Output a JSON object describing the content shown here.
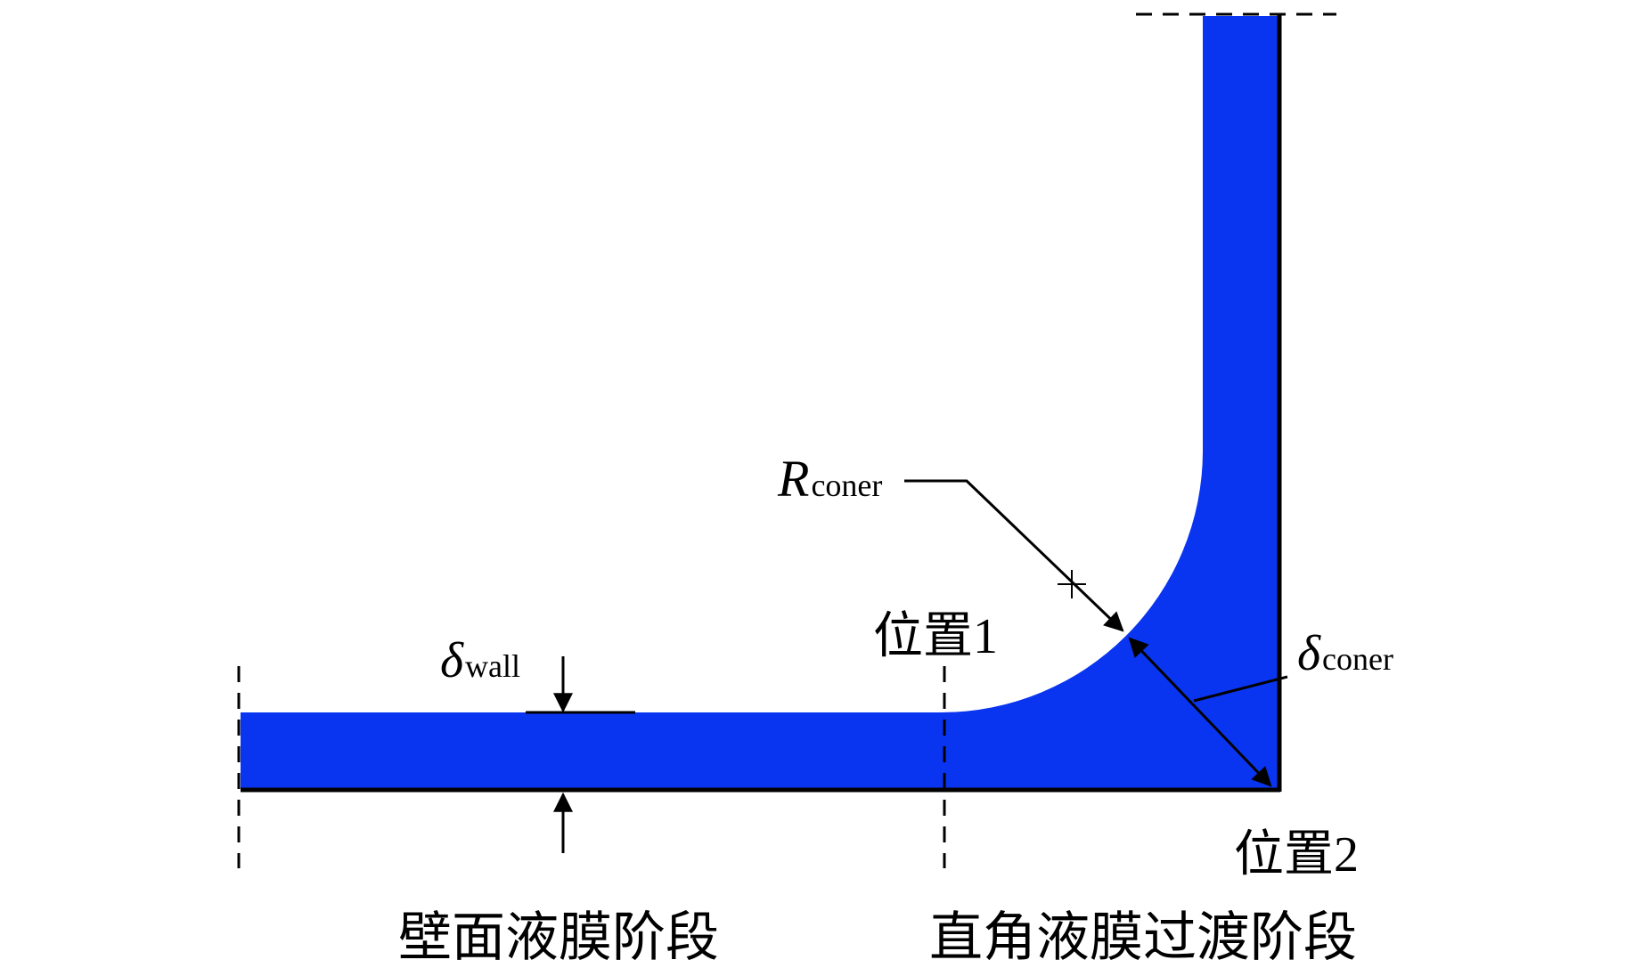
{
  "colors": {
    "film": "#0a35f0",
    "wall": "#000000",
    "background": "#ffffff"
  },
  "labels": {
    "delta_wall_symbol": "δ",
    "delta_wall_sub": "wall",
    "r_coner_symbol": "R",
    "r_coner_sub": "coner",
    "delta_coner_symbol": "δ",
    "delta_coner_sub": "coner",
    "position_1": "位置1",
    "position_2": "位置2",
    "stage_wall": "壁面液膜阶段",
    "stage_corner": "直角液膜过渡阶段"
  }
}
